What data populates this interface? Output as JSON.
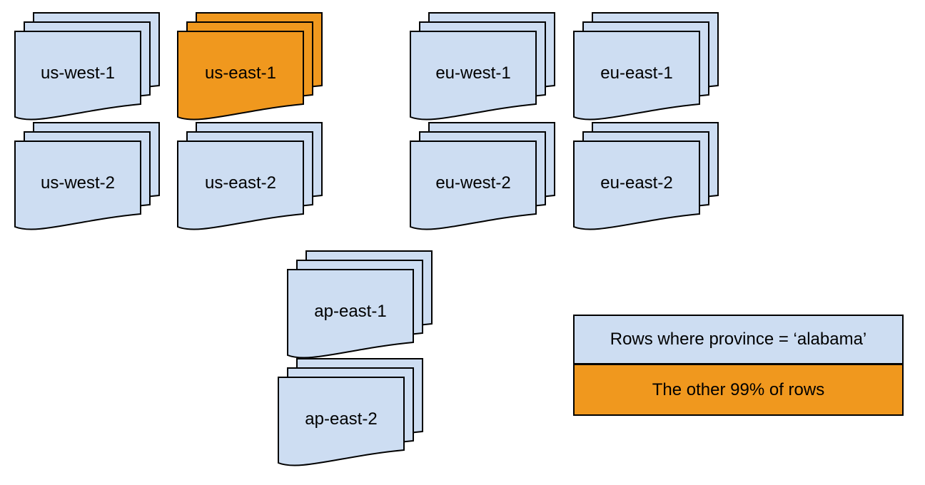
{
  "diagram": {
    "stacks": [
      {
        "label": "us-west-1",
        "variant": "blue"
      },
      {
        "label": "us-east-1",
        "variant": "orange"
      },
      {
        "label": "eu-west-1",
        "variant": "blue"
      },
      {
        "label": "eu-east-1",
        "variant": "blue"
      },
      {
        "label": "us-west-2",
        "variant": "blue"
      },
      {
        "label": "us-east-2",
        "variant": "blue"
      },
      {
        "label": "eu-west-2",
        "variant": "blue"
      },
      {
        "label": "eu-east-2",
        "variant": "blue"
      },
      {
        "label": "ap-east-1",
        "variant": "blue"
      },
      {
        "label": "ap-east-2",
        "variant": "blue"
      }
    ],
    "legend": {
      "items": [
        {
          "label": "Rows where province = ‘alabama’",
          "color": "#cdddf2"
        },
        {
          "label": "The other 99% of rows",
          "color": "#f0981e"
        }
      ]
    },
    "colors": {
      "blue_fill": "#cdddf2",
      "orange_fill": "#f0981e",
      "stroke": "#000000",
      "background": "#ffffff"
    }
  }
}
